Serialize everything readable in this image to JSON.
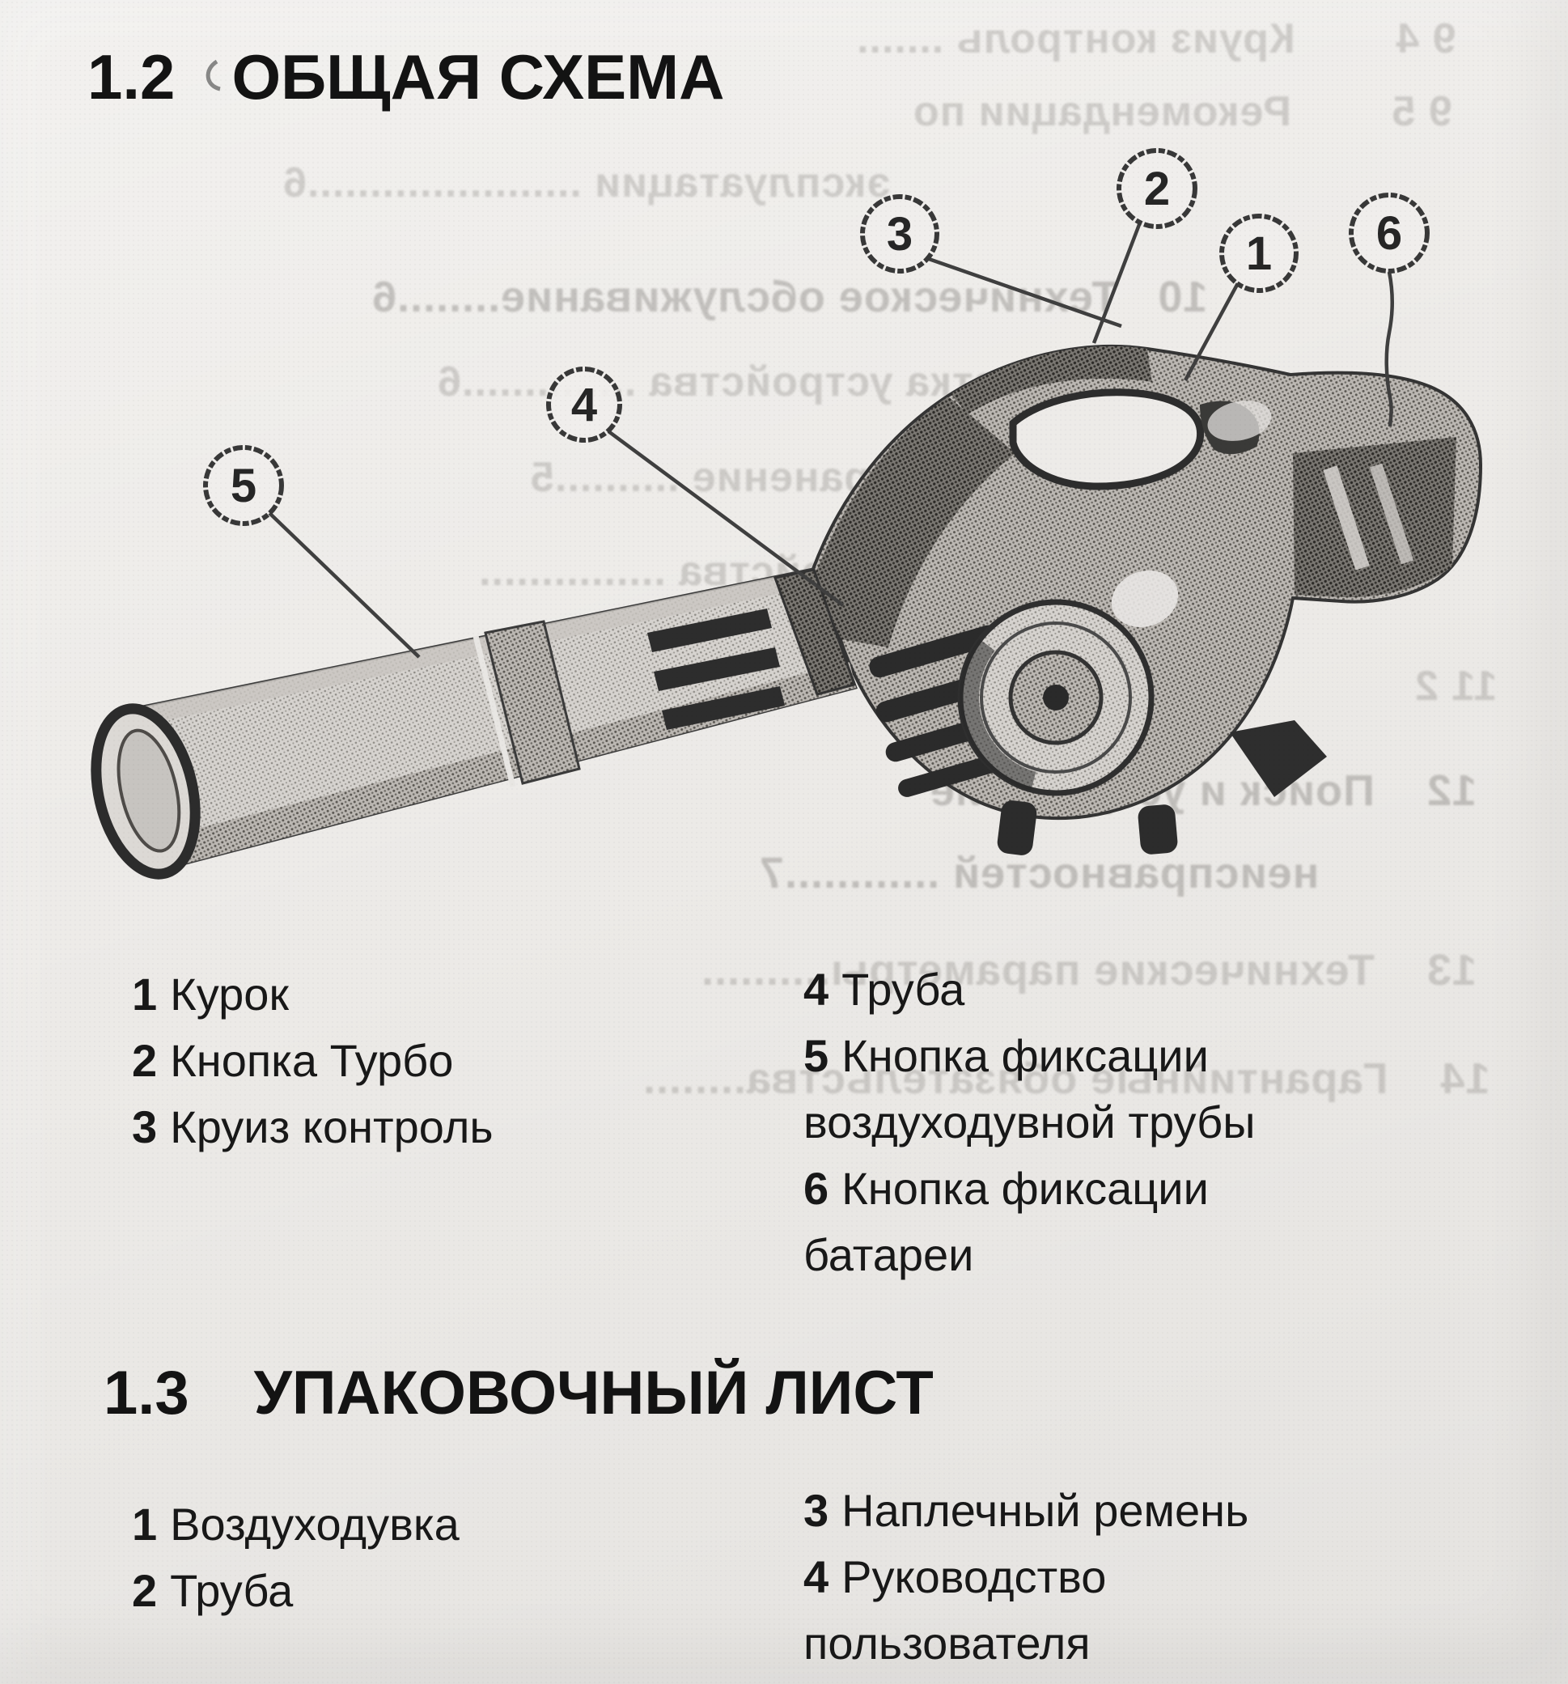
{
  "sections": {
    "general": {
      "number": "1.2",
      "title": "ОБЩАЯ СХЕМА"
    },
    "packing": {
      "number": "1.3",
      "title": "УПАКОВОЧНЫЙ ЛИСТ"
    }
  },
  "diagram_legend": {
    "left": [
      {
        "num": "1",
        "label": "Курок"
      },
      {
        "num": "2",
        "label": "Кнопка Турбо"
      },
      {
        "num": "3",
        "label": "Круиз контроль"
      }
    ],
    "right": [
      {
        "num": "4",
        "label": "Труба"
      },
      {
        "num": "5",
        "label": "Кнопка фиксации\nвоздуходувной трубы"
      },
      {
        "num": "6",
        "label": "Кнопка фиксации\nбатареи"
      }
    ]
  },
  "packing_list": {
    "left": [
      {
        "num": "1",
        "label": "Воздуходувка"
      },
      {
        "num": "2",
        "label": "Труба"
      }
    ],
    "right": [
      {
        "num": "3",
        "label": "Наплечный ремень"
      },
      {
        "num": "4",
        "label": "Руководство\nпользователя"
      }
    ]
  },
  "callouts": [
    {
      "num": "1"
    },
    {
      "num": "2"
    },
    {
      "num": "3"
    },
    {
      "num": "4"
    },
    {
      "num": "5"
    },
    {
      "num": "6"
    }
  ],
  "bleedthrough": {
    "rows": [
      {
        "text": "9 4        Круиз контроль ......."
      },
      {
        "text": "9 5        Рекомендации по"
      },
      {
        "text": "эксплуатации ......................6"
      },
      {
        "text": "10   Техническое обслуживание........6"
      },
      {
        "text": "10 1   Чистка устройства ..............6"
      },
      {
        "text": "11   Транспортировка и хранение ..........5"
      },
      {
        "text": "устройства ..............."
      },
      {
        "text": "11 2"
      },
      {
        "text": "12    Поиск и устранение"
      },
      {
        "text": "неисправностей ............7"
      },
      {
        "text": "13    Технические параметры.........."
      },
      {
        "text": "14    Гарантийные обязательства........"
      }
    ]
  }
}
